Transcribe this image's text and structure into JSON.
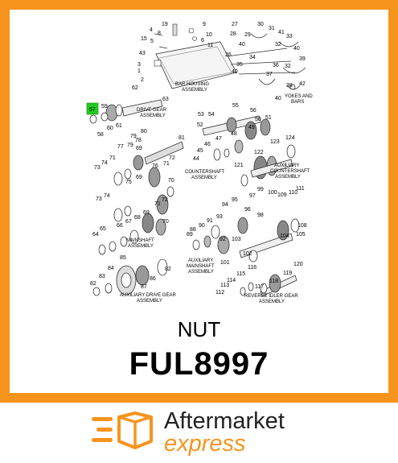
{
  "part": {
    "name": "NUT",
    "number": "FUL8997"
  },
  "brand": {
    "line1": "Aftermarket",
    "line2": "express",
    "accent_color": "#f7941d",
    "icon": "delivery-box-icon"
  },
  "diagram": {
    "highlighted_callout": "57",
    "highlight_color": "#22cc22",
    "assembly_captions": {
      "bar_housing": [
        "BAR HOUSING",
        "ASSEMBLY"
      ],
      "yokes_bars": [
        "YOKES AND",
        "BARS"
      ],
      "drive_gear": [
        "DRIVE GEAR",
        "ASSEMBLY"
      ],
      "countershaft": [
        "COUNTERSHAFT",
        "ASSEMBLY"
      ],
      "aux_countershaft": [
        "AUXILIARY",
        "COUNTERSHAFT",
        "ASSEMBLY"
      ],
      "mainshaft": [
        "MAINSHAFT",
        "ASSEMBLY"
      ],
      "aux_mainshaft": [
        "AUXILIARY",
        "MAINSHAFT",
        "ASSEMBLY"
      ],
      "aux_drive_gear": [
        "AUXILIARY DRIVE GEAR",
        "ASSEMBLY"
      ],
      "reverse_idler": [
        "REVERSE IDLER GEAR",
        "ASSEMBLY"
      ]
    },
    "callouts": [
      "19",
      "9",
      "4",
      "8",
      "10",
      "15",
      "5",
      "6",
      "11",
      "43",
      "3",
      "1",
      "2",
      "27",
      "30",
      "31",
      "28",
      "29",
      "33",
      "41",
      "40",
      "32",
      "40",
      "26",
      "34",
      "39",
      "35",
      "40",
      "36",
      "32",
      "37",
      "42",
      "38",
      "40",
      "62",
      "63",
      "59",
      "60",
      "61",
      "58",
      "53",
      "54",
      "55",
      "56",
      "52",
      "48",
      "49",
      "50",
      "51",
      "80",
      "79",
      "78",
      "79",
      "77",
      "81",
      "69",
      "47",
      "46",
      "45",
      "44",
      "123",
      "124",
      "122",
      "121",
      "76",
      "72",
      "71",
      "73",
      "74",
      "71",
      "75",
      "69",
      "70",
      "73",
      "74",
      "72",
      "71",
      "70",
      "69",
      "68",
      "67",
      "66",
      "65",
      "64",
      "99",
      "100",
      "109",
      "110",
      "111",
      "94",
      "95",
      "97",
      "96",
      "93",
      "98",
      "91",
      "90",
      "89",
      "88",
      "92",
      "103",
      "108",
      "104",
      "105",
      "102",
      "101",
      "85",
      "84",
      "83",
      "82",
      "86",
      "87",
      "82",
      "116",
      "117",
      "118",
      "115",
      "114",
      "113",
      "112",
      "119",
      "120"
    ]
  }
}
